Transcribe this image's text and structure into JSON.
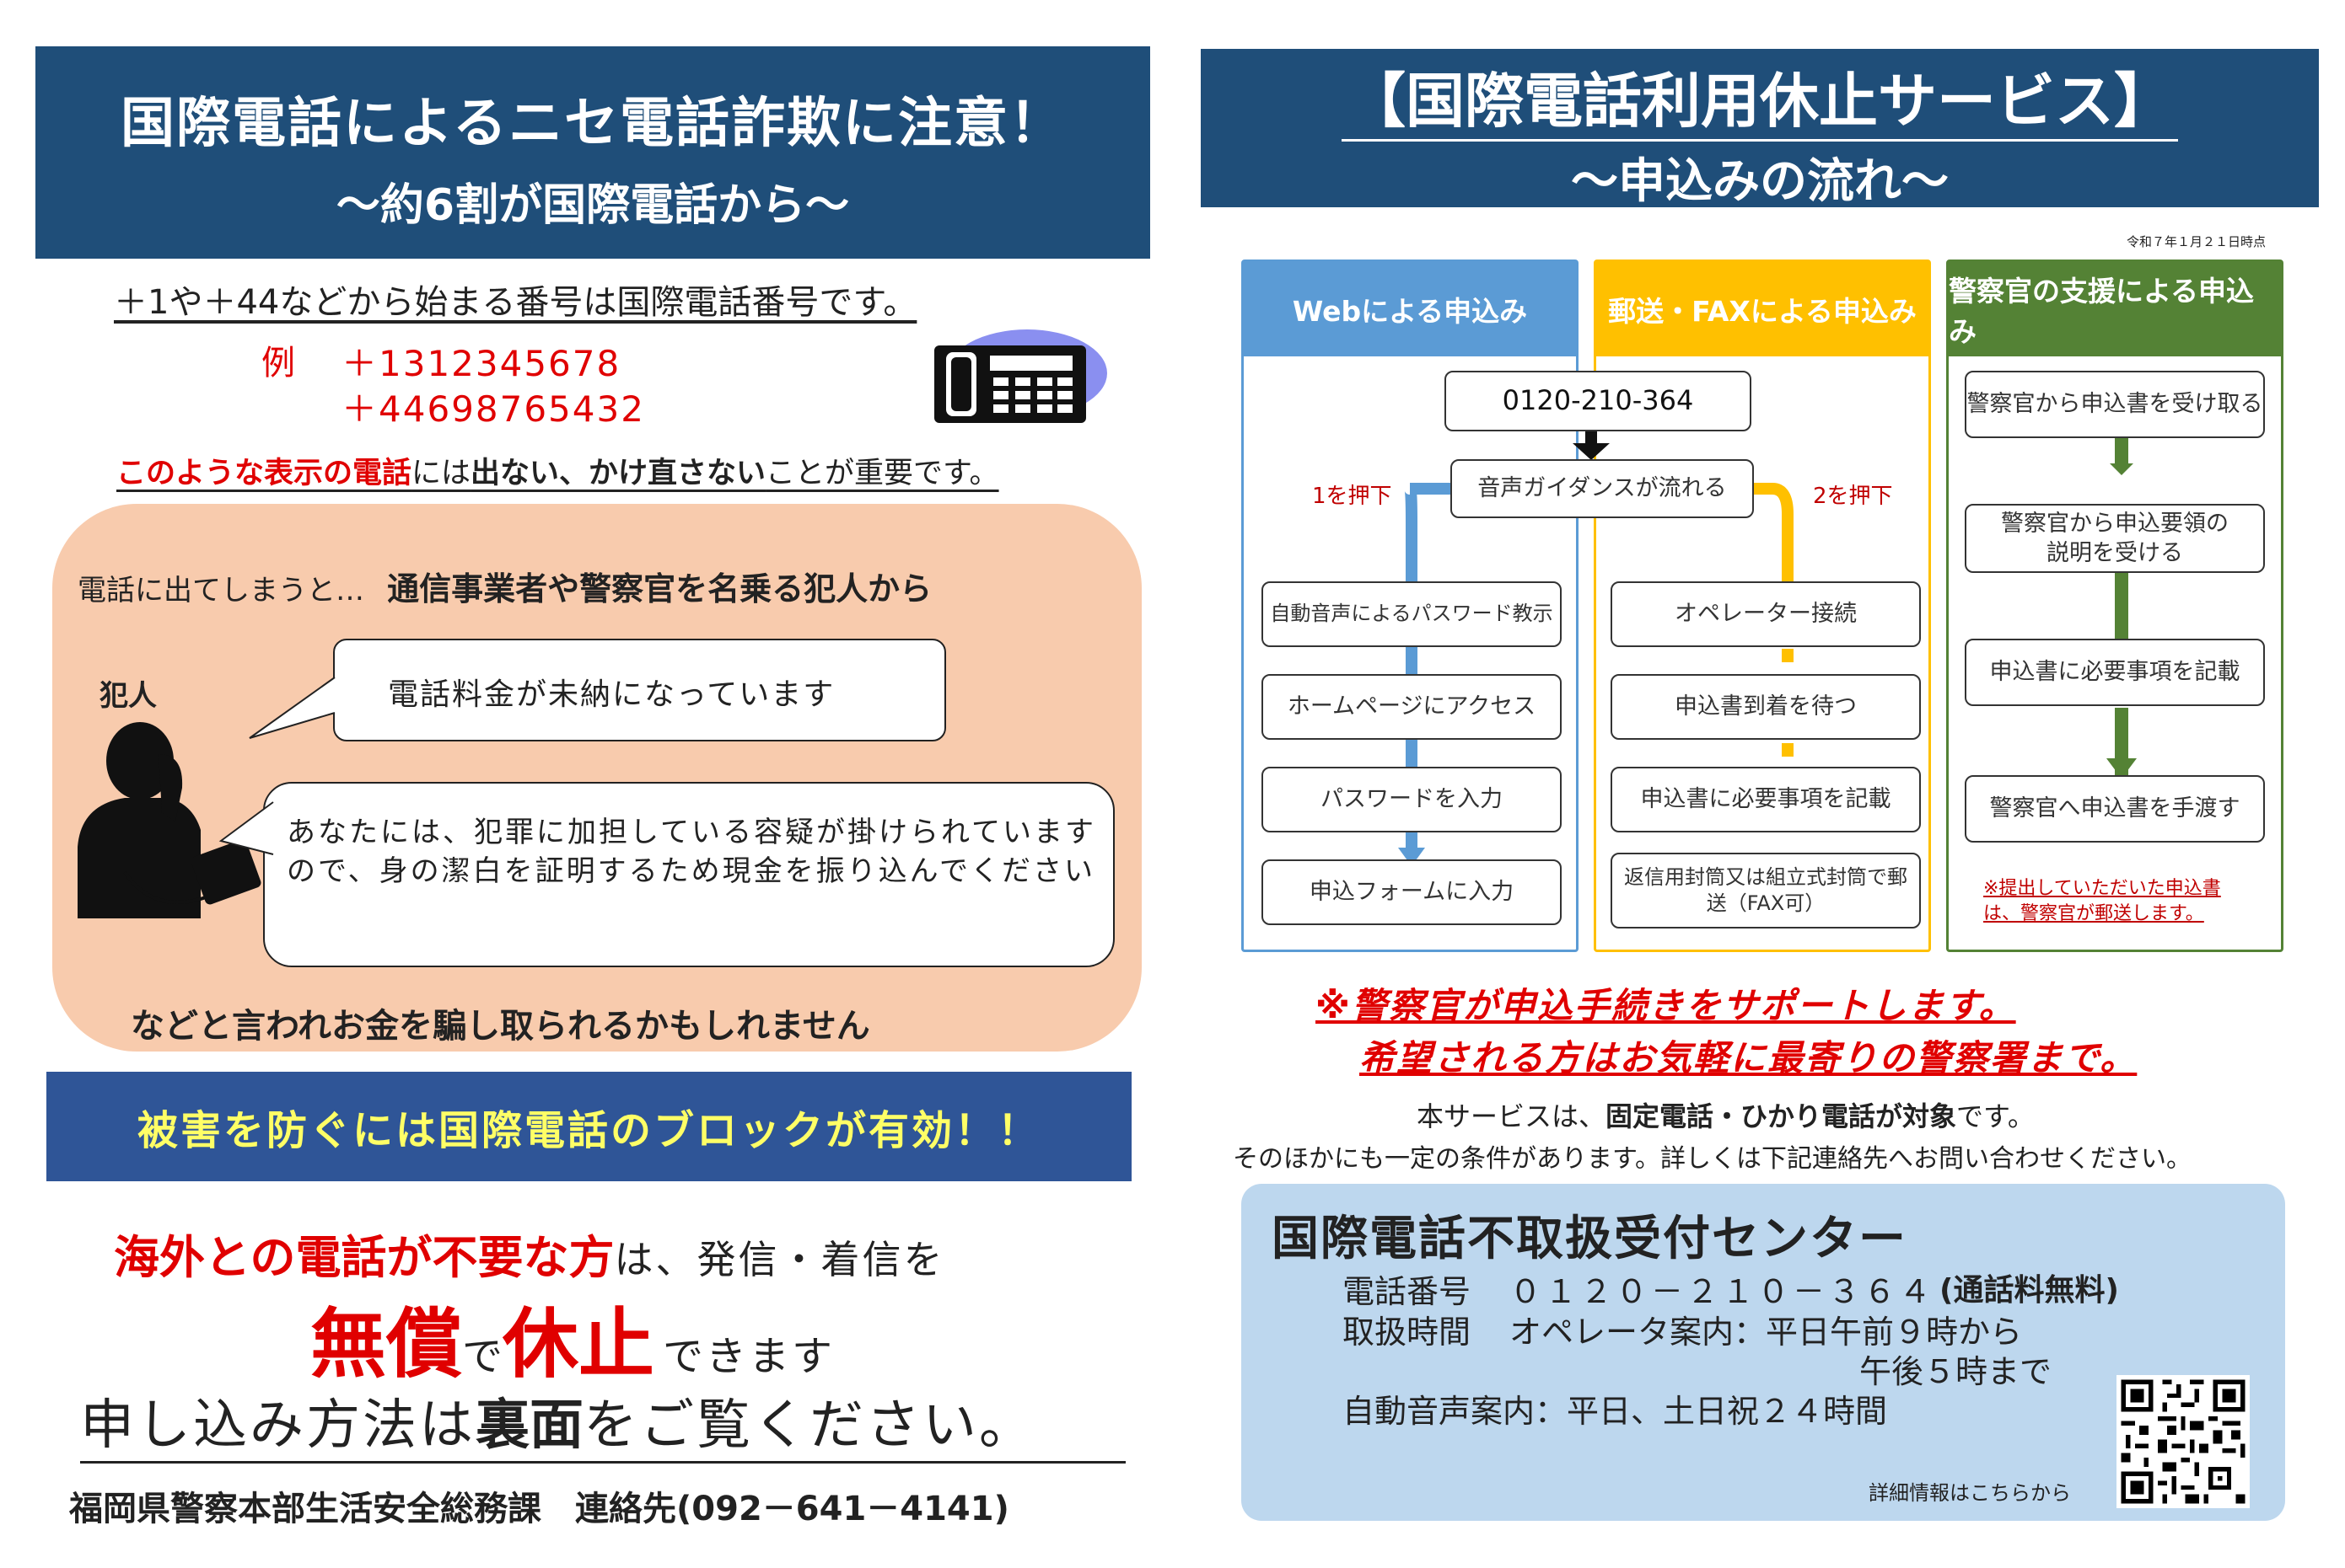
{
  "left": {
    "title": "国際電話によるニセ電話詐欺に注意！",
    "subtitle": "～約6割が国際電話から～",
    "intro": "＋1や＋44などから始まる番号は国際電話番号です。",
    "example_label": "例",
    "example_1": "＋1312345678",
    "example_2": "＋44698765432",
    "warn_red": "このような表示の電話",
    "warn_mid1": "には",
    "warn_bold": "出ない、かけ直さない",
    "warn_end": "ことが重要です。",
    "scene_lead": "電話に出てしまうと…",
    "scene_bold": "通信事業者や警察官を名乗る犯人から",
    "criminal_label": "犯人",
    "bubble_1": "電話料金が未納になっています",
    "bubble_2": "あなたには、犯罪に加担している容疑が掛けられていますので、身の潔白を証明するため現金を振り込んでください",
    "scene_end": "などと言われお金を騙し取られるかもしれません",
    "block_banner": "被害を防ぐには国際電話のブロックが有効！！",
    "free_red": "海外との電話が不要な方",
    "free_rest": "は、発信・着信を",
    "free_big1": "無償",
    "free_de": "で",
    "free_big2": "休止",
    "free_can": "できます",
    "see_back_1": "申し込み方法は",
    "see_back_bold": "裏面",
    "see_back_2": "をご覧ください。",
    "footer": "福岡県警察本部生活安全総務課　連絡先(092－641－4141)"
  },
  "right": {
    "title": "【国際電話利用休止サービス】",
    "subtitle": "～申込みの流れ～",
    "date_note": "令和７年１月２１日時点",
    "col_web": "Webによる申込み",
    "col_mail": "郵送・FAXによる申込み",
    "col_police": "警察官の支援による申込み",
    "phone_box": "0120-210-364",
    "guidance_box": "音声ガイダンスが流れる",
    "press1": "1を押下",
    "press2": "2を押下",
    "web_steps": [
      "自動音声によるパスワード教示",
      "ホームページにアクセス",
      "パスワードを入力",
      "申込フォームに入力"
    ],
    "mail_steps": [
      "オペレーター接続",
      "申込書到着を待つ",
      "申込書に必要事項を記載",
      "返信用封筒又は組立式封筒で郵送（FAX可）"
    ],
    "police_steps": [
      "警察官から申込書を受け取る",
      "警察官から申込要領の説明を受ける",
      "申込書に必要事項を記載",
      "警察官へ申込書を手渡す"
    ],
    "police_note": "※提出していただいた申込書は、警察官が郵送します。",
    "support_1": "※警察官が申込手続きをサポートします。",
    "support_2": "希望される方はお気軽に最寄りの警察署まで。",
    "target_1": "本サービスは、",
    "target_bold": "固定電話・ひかり電話が対象",
    "target_2": "です。",
    "condition": "そのほかにも一定の条件があります。詳しくは下記連絡先へお問い合わせください。",
    "center_title": "国際電話不取扱受付センター",
    "tel_label": "電話番号",
    "tel_value": "０１２０－２１０－３６４",
    "tel_free": "(通話料無料)",
    "hours_label": "取扱時間",
    "hours_op": "オペレータ案内：平日午前９時から",
    "hours_op2": "午後５時まで",
    "hours_auto": "自動音声案内：平日、土日祝２４時間",
    "qr_caption": "詳細情報はこちらから"
  },
  "colors": {
    "navy": "#1f4e79",
    "col_web": "#5b9bd5",
    "col_mail": "#ffc000",
    "col_police": "#548235",
    "peach": "#f8cbad",
    "info_blue": "#bdd7ee",
    "red": "#e00000",
    "banner_yellow": "#ffff66"
  }
}
